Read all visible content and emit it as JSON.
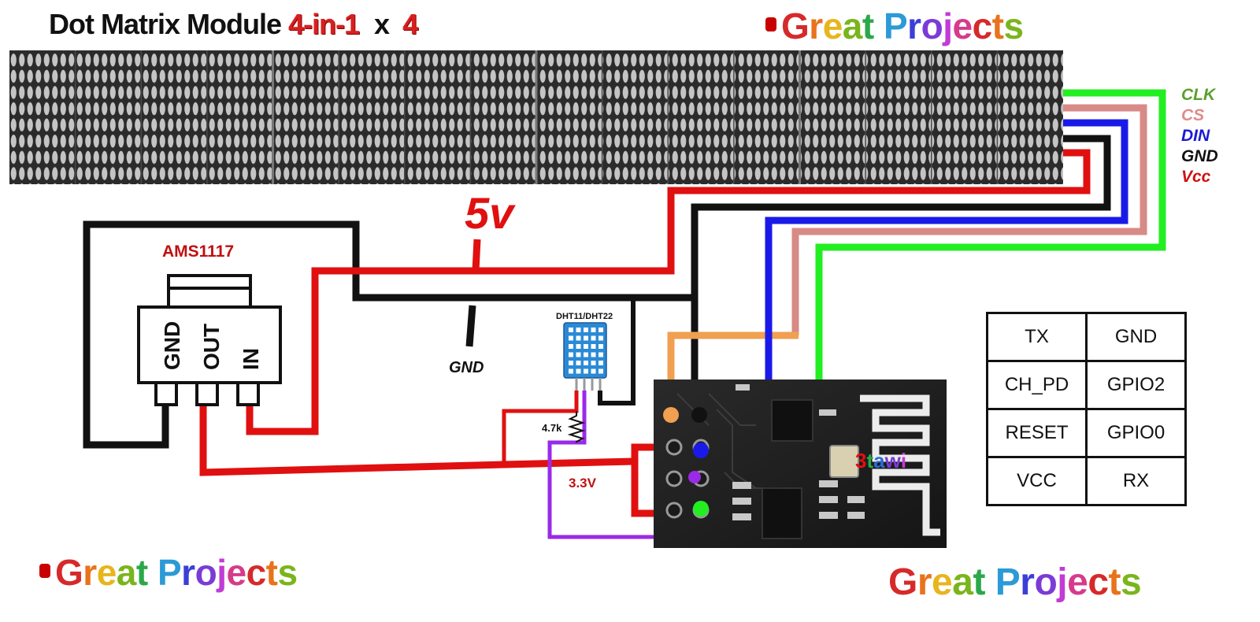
{
  "title": {
    "main": "Dot Matrix Module",
    "variant": "4-in-1",
    "times": "x",
    "count": "4"
  },
  "brand": {
    "text": "Great Projects",
    "letter_colors": [
      "#d62a2a",
      "#e8731c",
      "#e8b51c",
      "#7ab51c",
      "#2ba84a",
      "#2b9ad6",
      "#3b3fd6",
      "#7b3bd6",
      "#c23bd6",
      "#d63b8b",
      "#d62a2a",
      "#e8731c",
      "#7ab51c",
      "#2b9ad6"
    ]
  },
  "wire_legend": [
    {
      "label": "CLK",
      "color": "#5aa02c"
    },
    {
      "label": "CS",
      "color": "#e08a8a"
    },
    {
      "label": "DIN",
      "color": "#1a1ad8"
    },
    {
      "label": "GND",
      "color": "#111111"
    },
    {
      "label": "Vcc",
      "color": "#d01010"
    }
  ],
  "labels": {
    "v5": "5v",
    "gnd": "GND",
    "regulator": "AMS1117",
    "regulator_pins": [
      "GND",
      "OUT",
      "IN"
    ],
    "sensor": "DHT11/DHT22",
    "resistor": "4.7k",
    "v33": "3.3V",
    "esp_brand": "3tawi"
  },
  "pinout": [
    [
      "TX",
      "GND"
    ],
    [
      "CH_PD",
      "GPIO2"
    ],
    [
      "RESET",
      "GPIO0"
    ],
    [
      "VCC",
      "RX"
    ]
  ],
  "colors": {
    "wire_red": "#e01010",
    "wire_black": "#111111",
    "wire_green": "#22ee22",
    "wire_pink": "#d88a86",
    "wire_blue": "#1a1ae8",
    "wire_orange": "#f0a050",
    "wire_purple": "#9a2ae8",
    "matrix_bg": "#2e2e2e",
    "led_off": "#bdbdbd",
    "pcb": "#222222",
    "sensor_blue": "#2b8ad6"
  }
}
